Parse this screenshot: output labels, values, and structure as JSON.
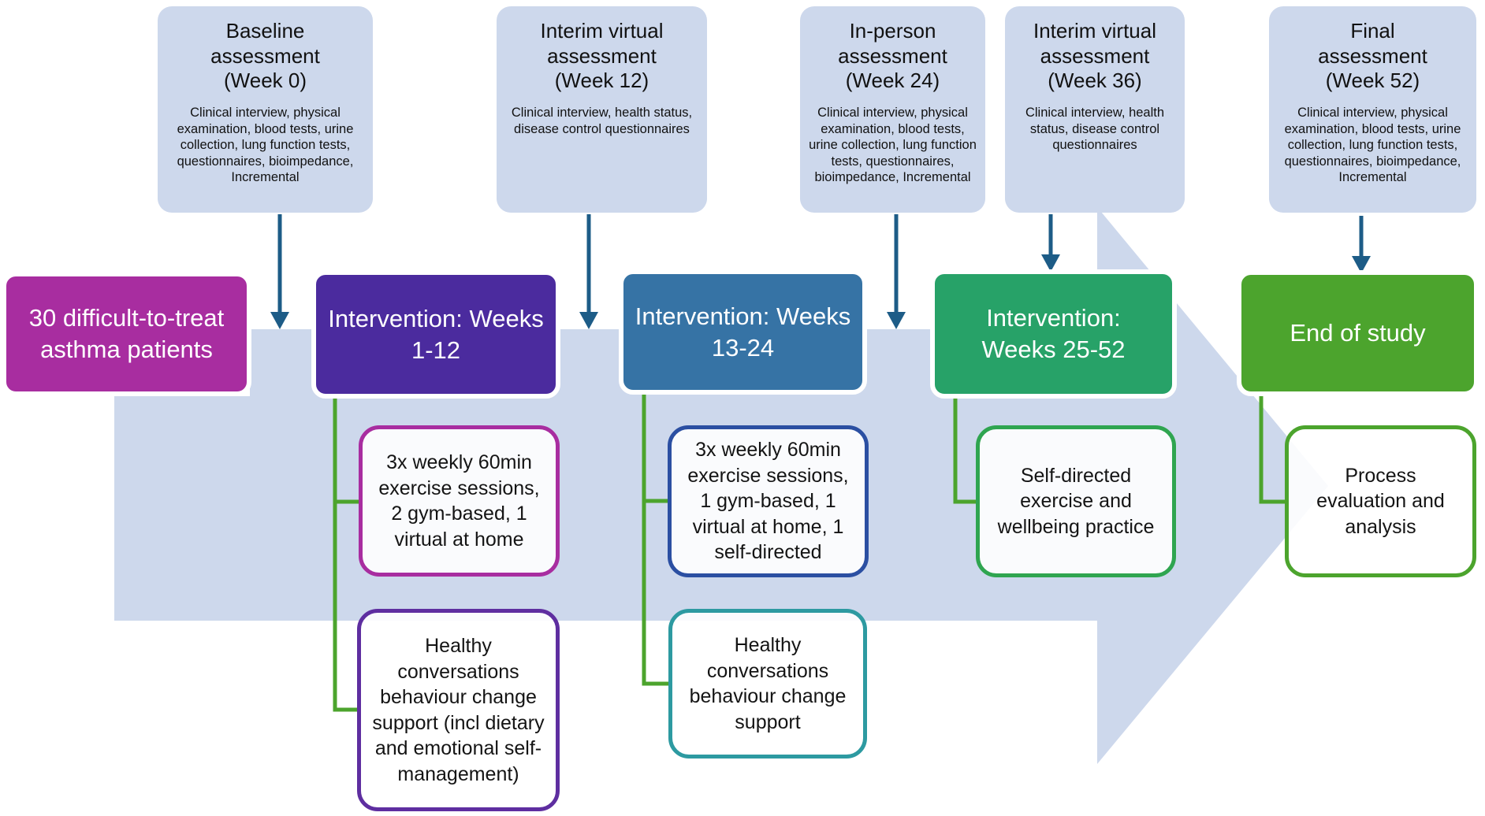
{
  "palette": {
    "band": "#cdd8ec",
    "assessment_box": "#cdd8ec",
    "arrow_blue": "#1d5c87",
    "connector_green": "#4ca42d"
  },
  "assessments": [
    {
      "title": "Baseline assessment (Week 0)",
      "details": "Clinical interview, physical examination, blood tests, urine collection, lung function tests, questionnaires, bioimpedance, Incremental"
    },
    {
      "title": "Interim virtual assessment (Week 12)",
      "details": "Clinical interview, health status, disease control questionnaires"
    },
    {
      "title": "In-person assessment (Week 24)",
      "details": "Clinical interview, physical examination, blood tests, urine collection, lung function tests, questionnaires, bioimpedance, Incremental"
    },
    {
      "title": "Interim virtual assessment (Week 36)",
      "details": "Clinical interview, health status, disease control questionnaires"
    },
    {
      "title": "Final assessment (Week 52)",
      "details": "Clinical interview, physical examination, blood tests, urine collection, lung function tests, questionnaires, bioimpedance, Incremental"
    }
  ],
  "stages": [
    {
      "label": "30 difficult-to-treat asthma patients",
      "color": "#a82da0"
    },
    {
      "label": "Intervention: Weeks 1-12",
      "color": "#4b2b9e"
    },
    {
      "label": "Intervention: Weeks 13-24",
      "color": "#3673a5"
    },
    {
      "label": "Intervention: Weeks 25-52",
      "color": "#27a268"
    },
    {
      "label": "End of study",
      "color": "#4ca42d"
    }
  ],
  "details": [
    {
      "text": "3x weekly 60min exercise sessions, 2 gym-based, 1 virtual at home",
      "border": "#a82da0"
    },
    {
      "text": "Healthy conversations behaviour change support (incl dietary and emotional self-management)",
      "border": "#5e2ea0"
    },
    {
      "text": "3x weekly 60min exercise sessions, 1 gym-based, 1 virtual at home, 1 self-directed",
      "border": "#2b4fa2"
    },
    {
      "text": "Healthy conversations behaviour change support",
      "border": "#2d9aa1"
    },
    {
      "text": "Self-directed exercise and wellbeing practice",
      "border": "#2fa550"
    },
    {
      "text": "Process evaluation and analysis",
      "border": "#4ca42d"
    }
  ]
}
